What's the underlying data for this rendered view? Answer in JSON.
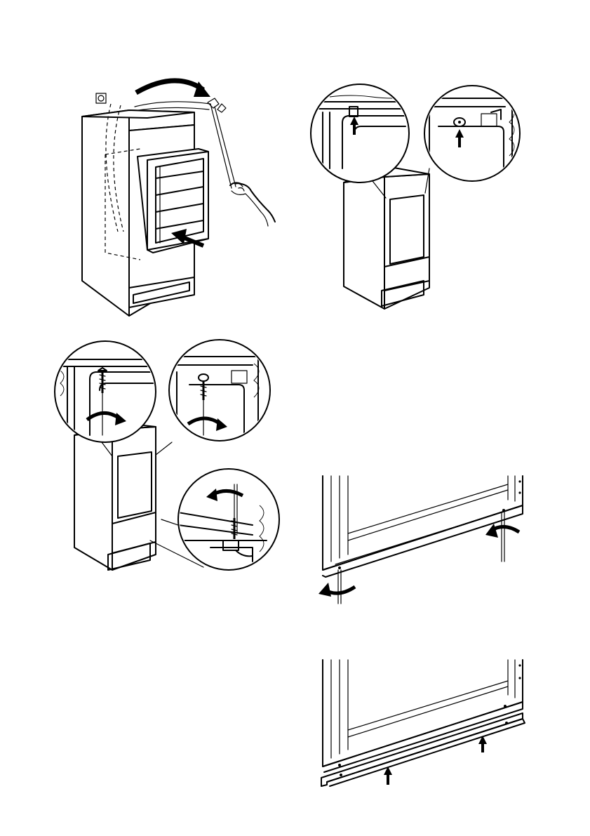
{
  "page": {
    "background": "#ffffff",
    "ink": "#000000"
  },
  "illustrations": [
    {
      "id": "step-insert-appliance",
      "icons": [
        "power-socket-icon",
        "rotate-arrow-icon",
        "push-arrow-icon",
        "hand-icon"
      ]
    },
    {
      "id": "step-lift-hinges-detail",
      "icons": [
        "up-arrow-icon",
        "up-arrow-icon"
      ]
    },
    {
      "id": "step-fasten-screws",
      "icons": [
        "screw-icon",
        "rotate-arrow-icon"
      ]
    },
    {
      "id": "step-door-screws",
      "icons": [
        "screwdriver-icon",
        "rotate-arrow-icon"
      ]
    },
    {
      "id": "step-fit-cover-strip",
      "icons": [
        "up-arrow-icon"
      ]
    }
  ]
}
